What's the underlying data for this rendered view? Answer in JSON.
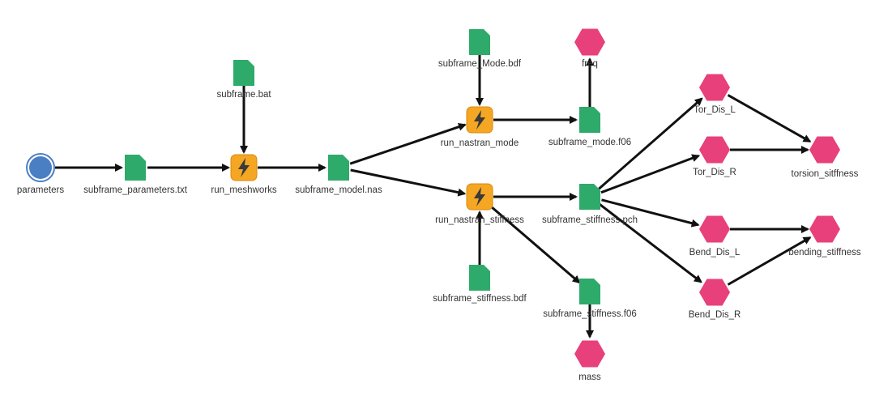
{
  "colors": {
    "parameter": "#4a7fc4",
    "file": "#2eaa6a",
    "process": "#f5a623",
    "response": "#e8407a",
    "edge": "#111111",
    "label": "#333333"
  },
  "nodes": [
    {
      "id": "parameters",
      "type": "parameter",
      "label": "parameters",
      "icon": "circle-icon"
    },
    {
      "id": "subframe_parameters",
      "type": "file",
      "label": "subframe_parameters.txt",
      "icon": "file-icon"
    },
    {
      "id": "subframe_bat",
      "type": "file",
      "label": "subframe.bat",
      "icon": "file-icon"
    },
    {
      "id": "run_meshworks",
      "type": "process",
      "label": "run_meshworks",
      "icon": "lightning-icon"
    },
    {
      "id": "subframe_model",
      "type": "file",
      "label": "subframe_model.nas",
      "icon": "file-icon"
    },
    {
      "id": "subframe_mode_bdf",
      "type": "file",
      "label": "subframe_Mode.bdf",
      "icon": "file-icon"
    },
    {
      "id": "run_nastran_mode",
      "type": "process",
      "label": "run_nastran_mode",
      "icon": "lightning-icon"
    },
    {
      "id": "freq",
      "type": "response",
      "label": "freq",
      "icon": "hexagon-icon"
    },
    {
      "id": "subframe_mode_f06",
      "type": "file",
      "label": "subframe_mode.f06",
      "icon": "file-icon"
    },
    {
      "id": "run_nastran_stiffness",
      "type": "process",
      "label": "run_nastran_stiffness",
      "icon": "lightning-icon"
    },
    {
      "id": "subframe_stiffness_bdf",
      "type": "file",
      "label": "subframe_stiffness.bdf",
      "icon": "file-icon"
    },
    {
      "id": "subframe_stiffness_pch",
      "type": "file",
      "label": "subframe_stiffness.pch",
      "icon": "file-icon"
    },
    {
      "id": "subframe_stiffness_f06",
      "type": "file",
      "label": "subframe_stiffness.f06",
      "icon": "file-icon"
    },
    {
      "id": "mass",
      "type": "response",
      "label": "mass",
      "icon": "hexagon-icon"
    },
    {
      "id": "tor_dis_l",
      "type": "response",
      "label": "Tor_Dis_L",
      "icon": "hexagon-icon"
    },
    {
      "id": "tor_dis_r",
      "type": "response",
      "label": "Tor_Dis_R",
      "icon": "hexagon-icon"
    },
    {
      "id": "bend_dis_l",
      "type": "response",
      "label": "Bend_Dis_L",
      "icon": "hexagon-icon"
    },
    {
      "id": "bend_dis_r",
      "type": "response",
      "label": "Bend_Dis_R",
      "icon": "hexagon-icon"
    },
    {
      "id": "torsion_stiffness",
      "type": "response",
      "label": "torsion_sitffness",
      "icon": "hexagon-icon"
    },
    {
      "id": "bending_stiffness",
      "type": "response",
      "label": "bending_stiffness",
      "icon": "hexagon-icon"
    }
  ],
  "edges": [
    [
      "parameters",
      "subframe_parameters"
    ],
    [
      "subframe_parameters",
      "run_meshworks"
    ],
    [
      "subframe_bat",
      "run_meshworks"
    ],
    [
      "run_meshworks",
      "subframe_model"
    ],
    [
      "subframe_model",
      "run_nastran_mode"
    ],
    [
      "subframe_model",
      "run_nastran_stiffness"
    ],
    [
      "subframe_mode_bdf",
      "run_nastran_mode"
    ],
    [
      "run_nastran_mode",
      "subframe_mode_f06"
    ],
    [
      "subframe_mode_f06",
      "freq"
    ],
    [
      "subframe_stiffness_bdf",
      "run_nastran_stiffness"
    ],
    [
      "run_nastran_stiffness",
      "subframe_stiffness_pch"
    ],
    [
      "run_nastran_stiffness",
      "subframe_stiffness_f06"
    ],
    [
      "subframe_stiffness_f06",
      "mass"
    ],
    [
      "subframe_stiffness_pch",
      "tor_dis_l"
    ],
    [
      "subframe_stiffness_pch",
      "tor_dis_r"
    ],
    [
      "subframe_stiffness_pch",
      "bend_dis_l"
    ],
    [
      "subframe_stiffness_pch",
      "bend_dis_r"
    ],
    [
      "tor_dis_l",
      "torsion_stiffness"
    ],
    [
      "tor_dis_r",
      "torsion_stiffness"
    ],
    [
      "bend_dis_l",
      "bending_stiffness"
    ],
    [
      "bend_dis_r",
      "bending_stiffness"
    ]
  ]
}
